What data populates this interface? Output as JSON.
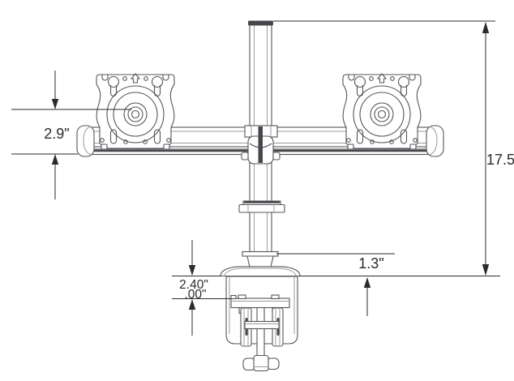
{
  "diagram": {
    "kind": "technical-dimension-drawing",
    "subject": "dual-monitor desk mount pole with VESA plates and desk clamp",
    "labels": {
      "dim_vesa_offset": "2.9\"",
      "dim_total_height": "17.5\"",
      "dim_base_height": "1.3\"",
      "dim_clamp_max": "2.40\"",
      "dim_clamp_min": ".00\""
    }
  },
  "colors": {
    "part-line": "#55565a",
    "part-line-light": "#9a9b9e",
    "part-dark": "#46474b",
    "dim-line": "#2b2b2d",
    "dim-text": "#2b2b2d",
    "bg": "#ffffff"
  }
}
